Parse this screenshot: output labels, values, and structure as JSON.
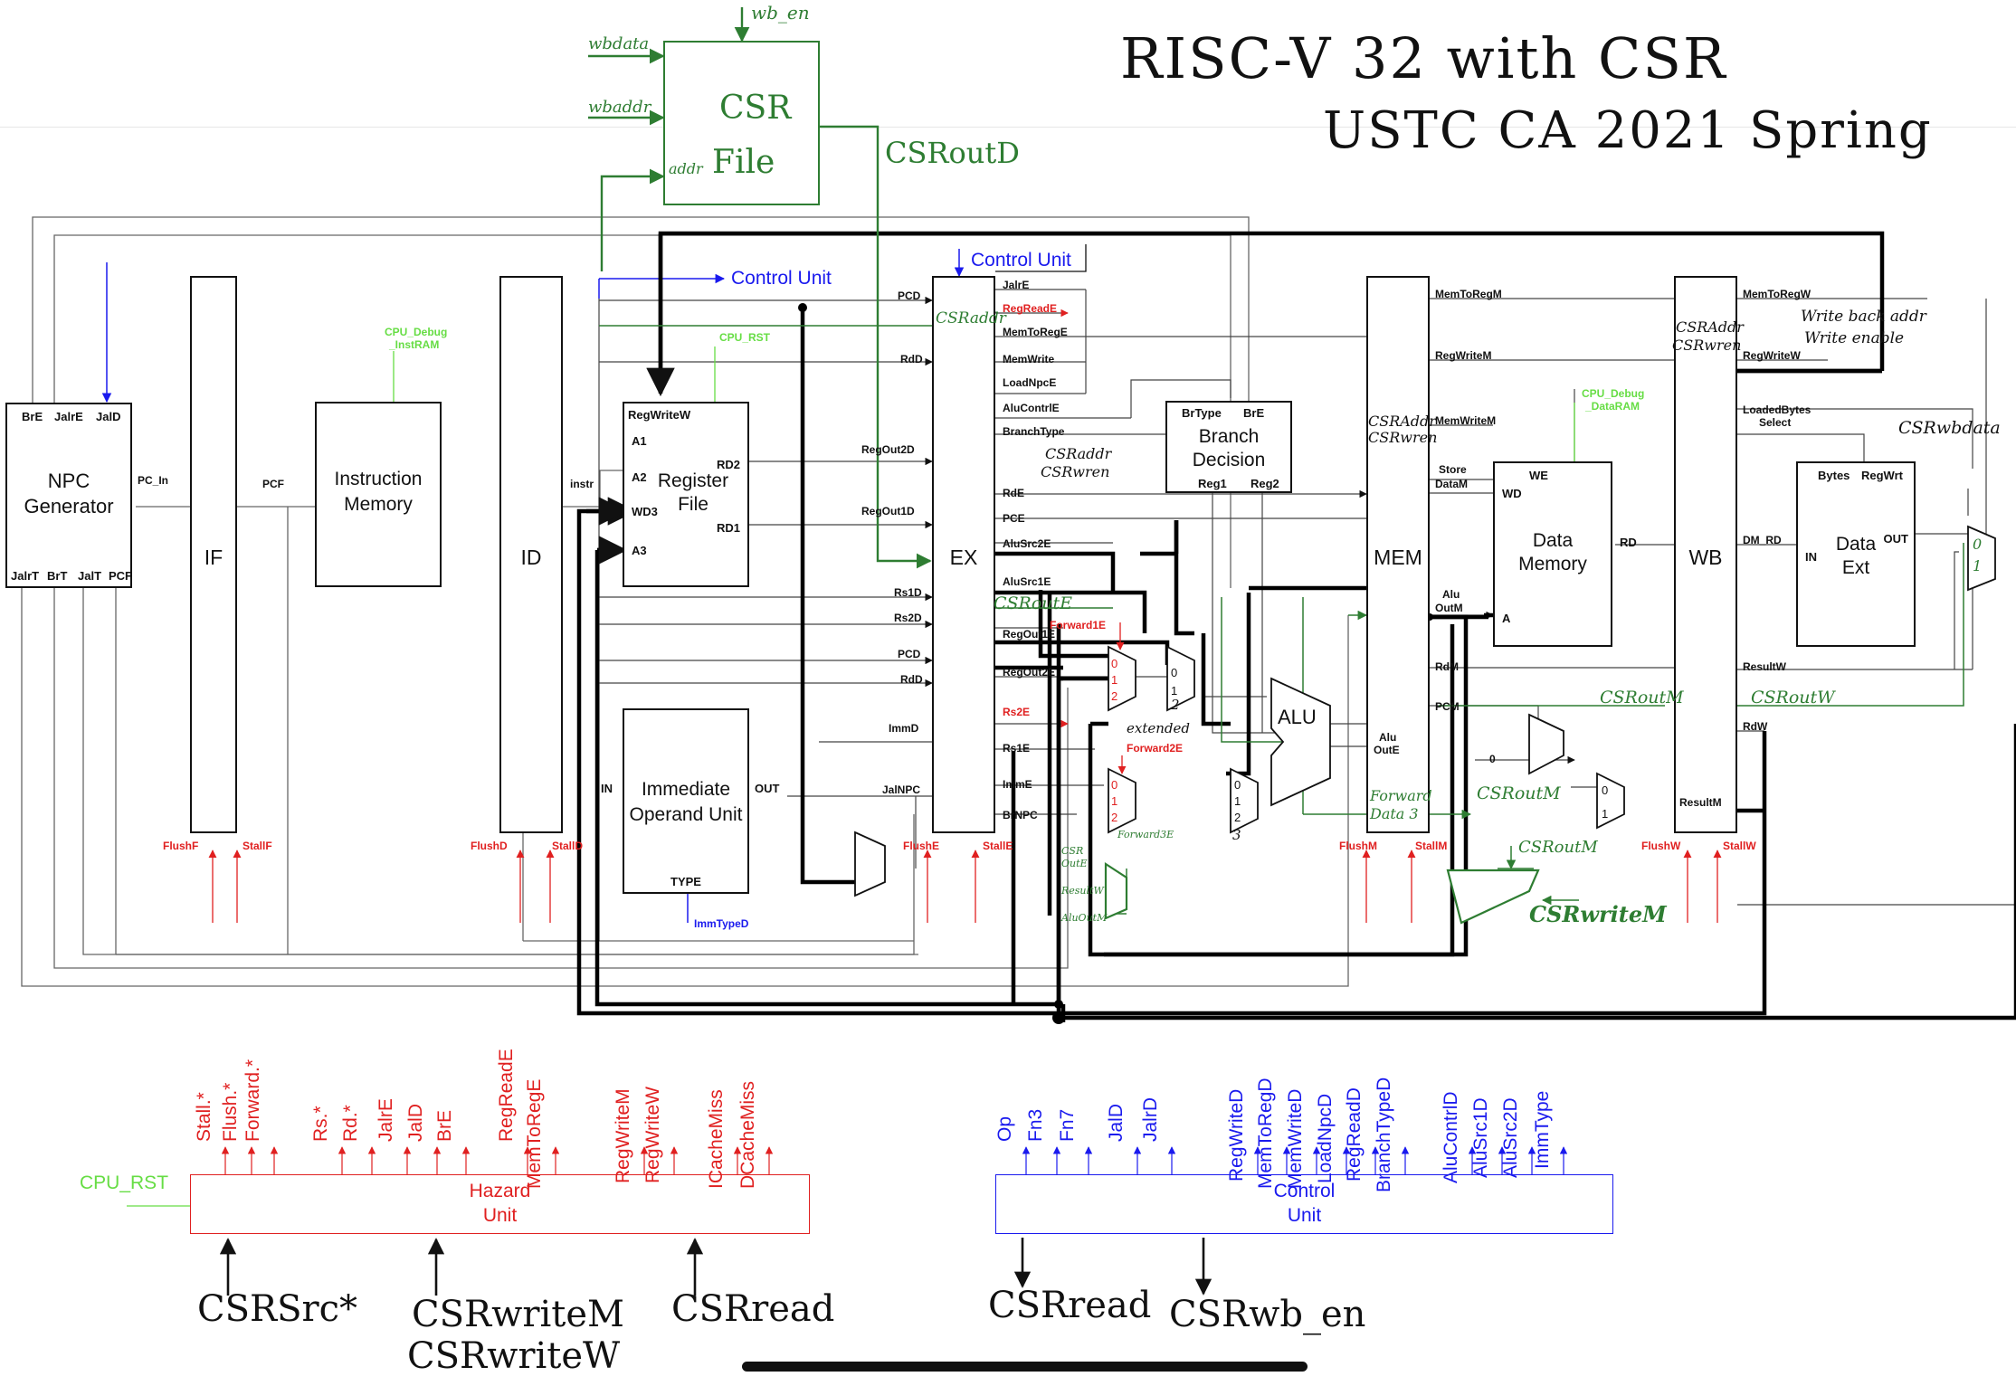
{
  "title": {
    "line1": "RISC-V 32 with CSR",
    "line2": "USTC CA 2021 Spring"
  },
  "csr_file": {
    "label_line1": "CSR",
    "label_line2": "File",
    "in_wbdata": "wbdata",
    "in_wbaddr": "wbaddr",
    "in_addr": "addr",
    "in_wb_en": "wb_en",
    "out": "CSRoutD"
  },
  "blocks": {
    "npc": {
      "line1": "NPC",
      "line2": "Generator",
      "ports_top": [
        "BrE",
        "JalrE",
        "JalD"
      ],
      "ports_bottom": [
        "JalrT",
        "BrT",
        "JalT",
        "PCF"
      ]
    },
    "if": "IF",
    "imem": {
      "line1": "Instruction",
      "line2": "Memory"
    },
    "id": "ID",
    "regfile": {
      "line1": "Register",
      "line2": "File",
      "ports": [
        "RegWriteW",
        "A1",
        "A2",
        "WD3",
        "A3",
        "RD2",
        "RD1"
      ]
    },
    "imm": {
      "line1": "Immediate",
      "line2": "Operand Unit",
      "in": "IN",
      "out": "OUT",
      "type": "TYPE"
    },
    "ex": "EX",
    "branch": {
      "line1": "Branch",
      "line2": "Decision",
      "ports": [
        "BrType",
        "BrE",
        "Reg1",
        "Reg2"
      ]
    },
    "alu": "ALU",
    "mem": "MEM",
    "dmem": {
      "line1": "Data",
      "line2": "Memory",
      "ports": [
        "WE",
        "WD",
        "A",
        "RD"
      ]
    },
    "wb": "WB",
    "dext": {
      "line1": "Data",
      "line2": "Ext",
      "ports": [
        "Bytes",
        "RegWrt",
        "IN",
        "OUT"
      ]
    }
  },
  "labels": {
    "pc_in": "PC_In",
    "pcf": "PCF",
    "instr": "instr",
    "cpu_debug_instram": [
      "CPU_Debug",
      "_InstRAM"
    ],
    "cpu_rst": "CPU_RST",
    "cpu_debug_dataram": [
      "CPU_Debug",
      "_DataRAM"
    ],
    "control_unit": "Control Unit",
    "ex_left": [
      "PCD",
      "RdD",
      "RegOut2D",
      "RegOut1D",
      "Rs1D",
      "Rs2D",
      "PCD",
      "RdD",
      "ImmD",
      "JalNPC"
    ],
    "ex_right": [
      "JalrE",
      "RegReadE",
      "MemToRegE",
      "MemWrite",
      "LoadNpcE",
      "AluContrlE",
      "BranchType",
      "RdE",
      "PCE",
      "AluSrc2E",
      "AluSrc1E",
      "RegOut1E",
      "RegOut2E",
      "Rs2E",
      "Rs1E",
      "ImmE",
      "BrNPC"
    ],
    "forward1e": "Forward1E",
    "forward2e": "Forward2E",
    "extended": "extended",
    "mem_left": [
      "MemToRegM",
      "RegWriteM",
      "MemWriteM",
      "Store",
      "DataM",
      "Alu",
      "OutM",
      "RdM",
      "PCM",
      "Alu",
      "OutE"
    ],
    "wb_left": [
      "MemToRegW",
      "RegWriteW",
      "LoadedBytes",
      "Select",
      "DM_RD",
      "ResultW",
      "RdW",
      "ResultM"
    ],
    "zero": "0",
    "flush_stall": [
      "FlushF",
      "StallF",
      "FlushD",
      "StallD",
      "FlushE",
      "StallE",
      "FlushM",
      "StallM",
      "FlushW",
      "StallW"
    ],
    "imm_type_d": "ImmTypeD",
    "mux_012": [
      "0",
      "1",
      "2"
    ]
  },
  "handwritten": {
    "csraddr": "CSRaddr",
    "csroute": "CSRoutE",
    "csraddr_ex": "CSRaddr",
    "csrwren_ex": "CSRwren",
    "csraddr_mem": "CSRAddr",
    "csrwren_mem": "CSRwren",
    "csraddr_wb": "CSRAddr",
    "csrwren_wb": "CSRwren",
    "write_back_addr": "Write back addr",
    "write_enable": "Write enable",
    "csrwbdata": "CSRwbdata",
    "csroutm_1": "CSRoutM",
    "csroutw": "CSRoutW",
    "csroutm_2": "CSRoutM",
    "csroutm_3": "CSRoutM",
    "csrwritem": "CSRwriteM",
    "forward_data3": [
      "Forward",
      "Data 3"
    ],
    "forward3e": "Forward3E",
    "mux3_inputs": [
      "CSR",
      "OutE",
      "ResultW",
      "AluOutM"
    ],
    "mux_3": "3",
    "mux_2": "2",
    "mux_01": [
      "0",
      "1"
    ]
  },
  "hazard_unit": {
    "inputs": [
      "Stall.*",
      "Flush.*",
      "Forward.*",
      "Rs.*",
      "Rd.*",
      "JalrE",
      "JalD",
      "BrE",
      "RegReadE",
      "MemToRegE",
      "RegWriteM",
      "RegWriteW",
      "ICacheMiss",
      "DCacheMiss"
    ],
    "line1": "Hazard",
    "line2": "Unit",
    "rst": "CPU_RST"
  },
  "control_unit_box": {
    "inputs": [
      "Op",
      "Fn3",
      "Fn7",
      "JalD",
      "JalrD",
      "RegWriteD",
      "MemToRegD",
      "MemWriteD",
      "LoadNpcD",
      "RegReadD",
      "BranchTypeD",
      "AluContrlD",
      "AluSrc1D",
      "AluSrc2D",
      "ImmType"
    ],
    "line1": "Control",
    "line2": "Unit"
  },
  "annotations": {
    "csrsrc": "CSRSrc*",
    "csrwrite_m": "CSRwriteM",
    "csrwrite_w": "CSRwriteW",
    "csrread_hz": "CSRread",
    "csrread_cu": "CSRread",
    "csrwb_en": "CSRwb_en"
  }
}
